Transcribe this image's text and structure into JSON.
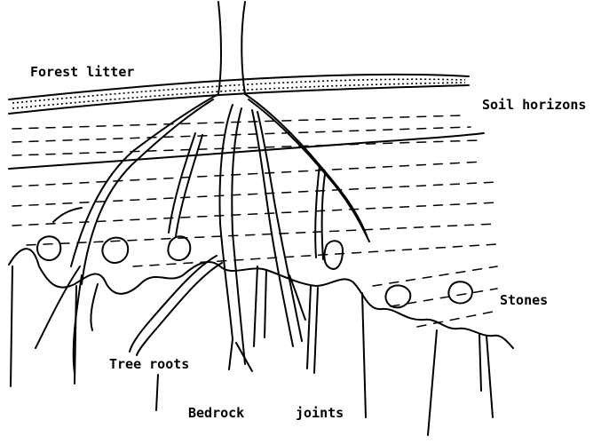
{
  "labels": {
    "forest_litter": "Forest litter",
    "soil_horizons": "Soil horizons",
    "stones": "Stones",
    "tree_roots": "Tree roots",
    "bedrock": "Bedrock",
    "joints": "joints"
  },
  "colors": {
    "ink": "#000000",
    "background": "#ffffff"
  }
}
